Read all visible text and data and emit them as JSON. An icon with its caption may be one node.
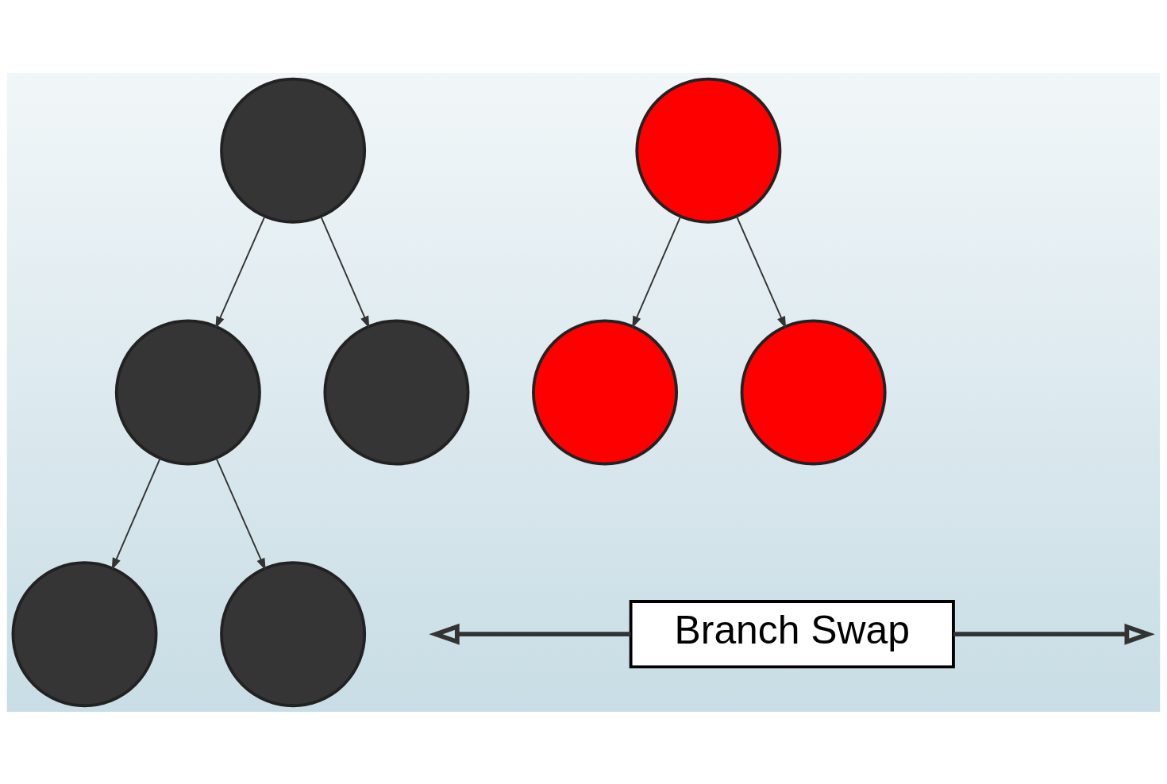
{
  "diagram": {
    "nodes": [
      {
        "text": [],
        "shape": "circle"
      },
      {
        "text": [],
        "shape": "circle"
      },
      {
        "text": [],
        "shape": "circle"
      },
      {
        "text": [],
        "shape": "circle"
      },
      {
        "text": [],
        "shape": "circle"
      },
      {
        "text": [],
        "shape": "circle"
      },
      {
        "text": [],
        "shape": "circle"
      },
      {
        "text": [],
        "shape": "circle"
      },
      {
        "text": [
          "Branch Swap"
        ]
      }
    ],
    "edges": [
      {
        "from": 0,
        "to": 1,
        "arrow": "to"
      },
      {
        "from": 0,
        "to": 2,
        "arrow": "to"
      },
      {
        "from": 1,
        "to": 3,
        "arrow": "to"
      },
      {
        "from": 1,
        "to": 4,
        "arrow": "to"
      },
      {
        "from": 5,
        "to": 6,
        "arrow": "to"
      },
      {
        "from": 5,
        "to": 7,
        "arrow": "to"
      },
      {
        "from": 8,
        "to": null,
        "arrow": "to",
        "style": "thick"
      },
      {
        "from": 8,
        "to": null,
        "arrow": "to",
        "style": "thick"
      }
    ]
  }
}
